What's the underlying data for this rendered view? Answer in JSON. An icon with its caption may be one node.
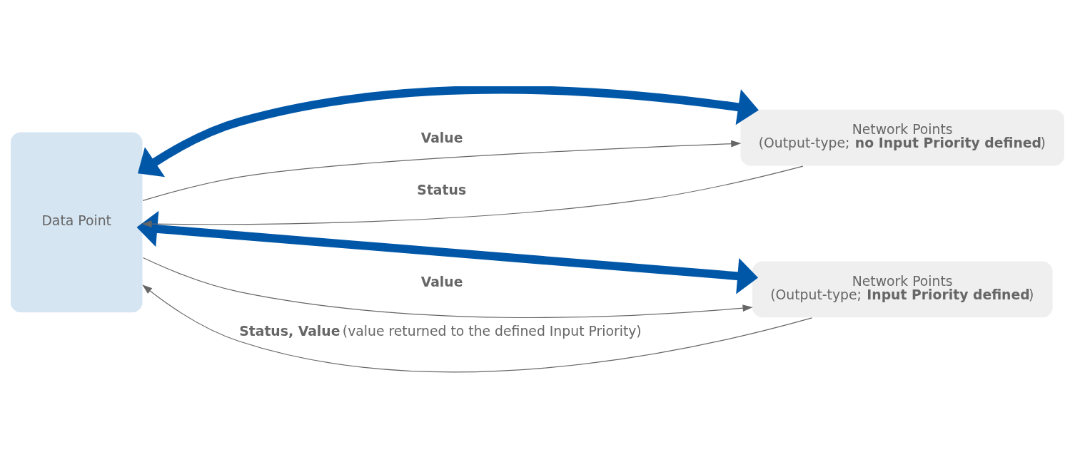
{
  "diagram": {
    "nodes": [
      {
        "text": [
          "Data Point"
        ]
      },
      {
        "text": [
          "Network Points",
          "(Output-type; **no Input Priority defined**)"
        ]
      },
      {
        "text": [
          "Network Points",
          "(Output-type; **Input Priority defined**)"
        ]
      }
    ],
    "edges": [
      {
        "from": 0,
        "to": 1,
        "arrow": "both",
        "style": "thick",
        "color": "#0057a8"
      },
      {
        "from": 0,
        "to": 1,
        "arrow": "to",
        "label": "**Value**"
      },
      {
        "from": 1,
        "to": 0,
        "arrow": "to",
        "label": "**Status**"
      },
      {
        "from": 0,
        "to": 2,
        "arrow": "both",
        "style": "thick",
        "color": "#0057a8"
      },
      {
        "from": 0,
        "to": 2,
        "arrow": "to",
        "label": "**Value**"
      },
      {
        "from": 2,
        "to": 0,
        "arrow": "to",
        "label": "**Status, Value** (value returned to the defined Input Priority)"
      }
    ]
  }
}
